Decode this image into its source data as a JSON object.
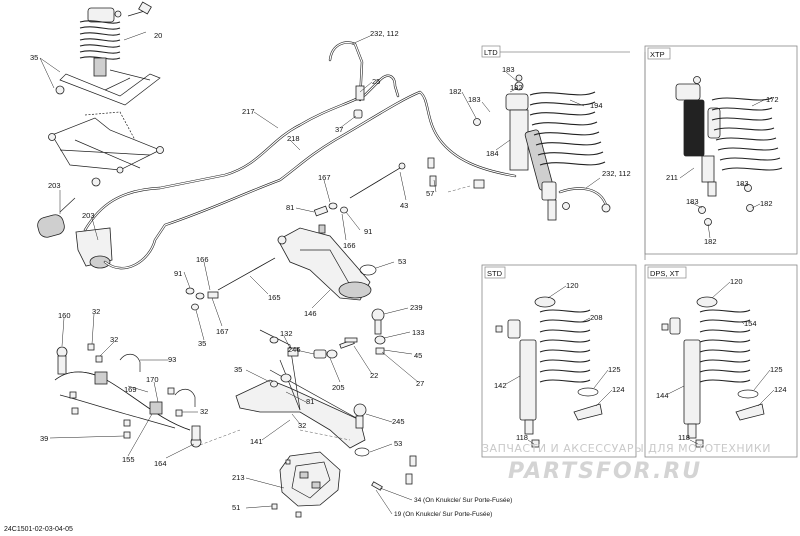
{
  "labels": [
    {
      "id": "l35a",
      "text": "35"
    },
    {
      "id": "l20",
      "text": "20"
    },
    {
      "id": "l203a",
      "text": "203"
    },
    {
      "id": "l203b",
      "text": "203"
    },
    {
      "id": "l217",
      "text": "217"
    },
    {
      "id": "l218",
      "text": "218"
    },
    {
      "id": "l232a",
      "text": "232, 112"
    },
    {
      "id": "l25",
      "text": "25"
    },
    {
      "id": "l37",
      "text": "37"
    },
    {
      "id": "l167a",
      "text": "167"
    },
    {
      "id": "l81a",
      "text": "81"
    },
    {
      "id": "l166a",
      "text": "166"
    },
    {
      "id": "l91a",
      "text": "91"
    },
    {
      "id": "l43",
      "text": "43"
    },
    {
      "id": "l57",
      "text": "57"
    },
    {
      "id": "l53a",
      "text": "53"
    },
    {
      "id": "l166b",
      "text": "166"
    },
    {
      "id": "l91b",
      "text": "91"
    },
    {
      "id": "l165",
      "text": "165"
    },
    {
      "id": "l146",
      "text": "146"
    },
    {
      "id": "l167b",
      "text": "167"
    },
    {
      "id": "l35b",
      "text": "35"
    },
    {
      "id": "l239",
      "text": "239"
    },
    {
      "id": "l133",
      "text": "133"
    },
    {
      "id": "l45",
      "text": "45"
    },
    {
      "id": "l27",
      "text": "27"
    },
    {
      "id": "l22",
      "text": "22"
    },
    {
      "id": "l205",
      "text": "205"
    },
    {
      "id": "l132",
      "text": "132"
    },
    {
      "id": "l246",
      "text": "246"
    },
    {
      "id": "l35c",
      "text": "35"
    },
    {
      "id": "l81b",
      "text": "81"
    },
    {
      "id": "l32a",
      "text": "32"
    },
    {
      "id": "l245",
      "text": "245"
    },
    {
      "id": "l141",
      "text": "141"
    },
    {
      "id": "l53b",
      "text": "53"
    },
    {
      "id": "l160",
      "text": "160"
    },
    {
      "id": "l32b",
      "text": "32"
    },
    {
      "id": "l32c",
      "text": "32"
    },
    {
      "id": "l93",
      "text": "93"
    },
    {
      "id": "l169",
      "text": "169"
    },
    {
      "id": "l170",
      "text": "170"
    },
    {
      "id": "l32d",
      "text": "32"
    },
    {
      "id": "l39",
      "text": "39"
    },
    {
      "id": "l155",
      "text": "155"
    },
    {
      "id": "l164",
      "text": "164"
    },
    {
      "id": "l213",
      "text": "213"
    },
    {
      "id": "l51",
      "text": "51"
    },
    {
      "id": "l182a",
      "text": "182"
    },
    {
      "id": "l183a",
      "text": "183"
    },
    {
      "id": "l183b",
      "text": "183"
    },
    {
      "id": "l182b",
      "text": "182"
    },
    {
      "id": "l194",
      "text": "194"
    },
    {
      "id": "l184",
      "text": "184"
    },
    {
      "id": "l232b",
      "text": "232, 112"
    },
    {
      "id": "l172",
      "text": "172"
    },
    {
      "id": "l211",
      "text": "211"
    },
    {
      "id": "l183c",
      "text": "183"
    },
    {
      "id": "l183d",
      "text": "183"
    },
    {
      "id": "l182c",
      "text": "182"
    },
    {
      "id": "l182d",
      "text": "182"
    },
    {
      "id": "l120a",
      "text": "120"
    },
    {
      "id": "l208",
      "text": "208"
    },
    {
      "id": "l125a",
      "text": "125"
    },
    {
      "id": "l124a",
      "text": "124"
    },
    {
      "id": "l142",
      "text": "142"
    },
    {
      "id": "l118a",
      "text": "118"
    },
    {
      "id": "l120b",
      "text": "120"
    },
    {
      "id": "l154",
      "text": "154"
    },
    {
      "id": "l125b",
      "text": "125"
    },
    {
      "id": "l124b",
      "text": "124"
    },
    {
      "id": "l144",
      "text": "144"
    },
    {
      "id": "l118b",
      "text": "118"
    }
  ],
  "boxes": {
    "ltd": "LTD",
    "xtp": "XTP",
    "std": "STD",
    "dps": "DPS, XT"
  },
  "notes": {
    "n34": "34 (On Knukcle/ Sur Porte-Fusée)",
    "n19": "19 (On Knukcle/ Sur Porte-Fusée)"
  },
  "diagram_code": "24C1501-02-03-04-05",
  "watermark": {
    "line1": "ЗАПЧАСТИ И АКСЕССУАРЫ ДЛЯ МОТОТЕХНИКИ",
    "line2": "PARTSFOR.RU"
  }
}
